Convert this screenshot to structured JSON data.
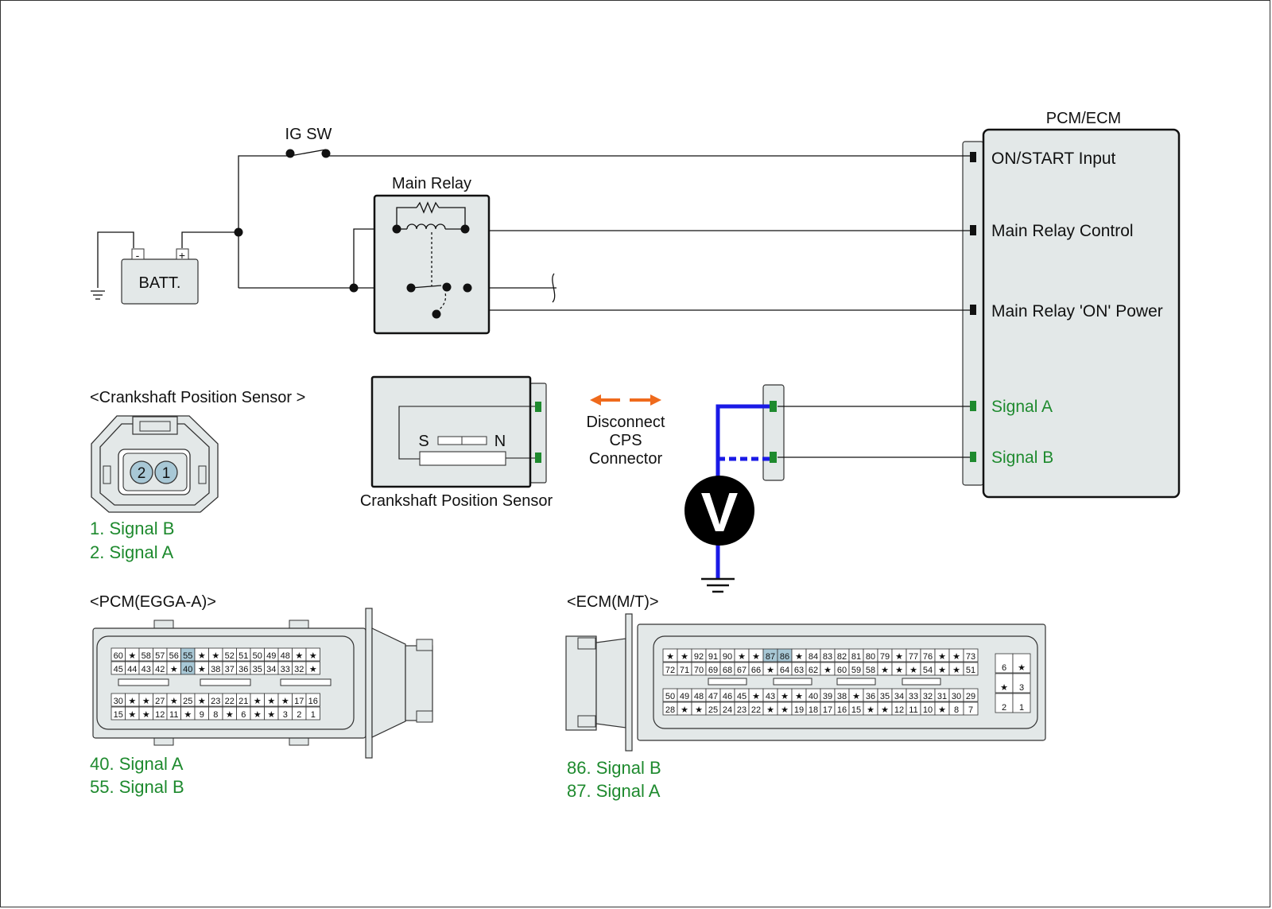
{
  "ecu": {
    "title": "PCM/ECM",
    "inputs": [
      "ON/START Input",
      "Main Relay Control",
      "Main Relay 'ON' Power",
      "Signal A",
      "Signal B"
    ]
  },
  "ig_switch": {
    "label": "IG SW"
  },
  "relay": {
    "label": "Main Relay"
  },
  "battery": {
    "label": "BATT.",
    "neg": "-",
    "pos": "+"
  },
  "cps": {
    "heading": "<Crankshaft Position Sensor >",
    "sensor_caption": "Crankshaft Position Sensor",
    "pole_s": "S",
    "pole_n": "N",
    "pin_left": "2",
    "pin_right": "1",
    "pins": [
      "1. Signal B",
      "2. Signal A"
    ]
  },
  "disconnect_note": [
    "Disconnect",
    "CPS",
    "Connector"
  ],
  "voltmeter": {
    "label": "V"
  },
  "pcm_connector": {
    "heading": "<PCM(EGGA-A)>",
    "highlight": [
      "55",
      "40"
    ],
    "rows": [
      [
        "60",
        "★",
        "58",
        "57",
        "56",
        "55",
        "★",
        "★",
        "52",
        "51",
        "50",
        "49",
        "48",
        "★",
        "★"
      ],
      [
        "45",
        "44",
        "43",
        "42",
        "★",
        "40",
        "★",
        "38",
        "37",
        "36",
        "35",
        "34",
        "33",
        "32",
        "★"
      ],
      [
        "30",
        "★",
        "★",
        "27",
        "★",
        "25",
        "★",
        "23",
        "22",
        "21",
        "★",
        "★",
        "★",
        "17",
        "16"
      ],
      [
        "15",
        "★",
        "★",
        "12",
        "11",
        "★",
        "9",
        "8",
        "★",
        "6",
        "★",
        "★",
        "3",
        "2",
        "1"
      ]
    ],
    "pins": [
      "40. Signal A",
      "55. Signal B"
    ]
  },
  "ecm_connector": {
    "heading": "<ECM(M/T)>",
    "highlight": [
      "87",
      "86"
    ],
    "rows": [
      [
        "★",
        "★",
        "92",
        "91",
        "90",
        "★",
        "★",
        "87",
        "86",
        "★",
        "84",
        "83",
        "82",
        "81",
        "80",
        "79",
        "★",
        "77",
        "76",
        "★",
        "★",
        "73"
      ],
      [
        "72",
        "71",
        "70",
        "69",
        "68",
        "67",
        "66",
        "★",
        "64",
        "63",
        "62",
        "★",
        "60",
        "59",
        "58",
        "★",
        "★",
        "★",
        "54",
        "★",
        "★",
        "51"
      ],
      [
        "50",
        "49",
        "48",
        "47",
        "46",
        "45",
        "★",
        "43",
        "★",
        "★",
        "40",
        "39",
        "38",
        "★",
        "36",
        "35",
        "34",
        "33",
        "32",
        "31",
        "30",
        "29"
      ],
      [
        "28",
        "★",
        "★",
        "25",
        "24",
        "23",
        "22",
        "★",
        "★",
        "19",
        "18",
        "17",
        "16",
        "15",
        "★",
        "★",
        "12",
        "11",
        "10",
        "★",
        "8",
        "7"
      ]
    ],
    "side_rows": [
      [
        "6",
        "★"
      ],
      [
        "★",
        "3"
      ],
      [
        "2",
        "1"
      ]
    ],
    "pins": [
      "86. Signal B",
      "87. Signal A"
    ]
  },
  "colors": {
    "panel": "#e3e8e8",
    "signal_green": "#1e8a2e",
    "meter_wire": "#1a1ae6",
    "arrow_orange": "#ef6a1c",
    "highlight_pin": "#a8c8d6"
  }
}
